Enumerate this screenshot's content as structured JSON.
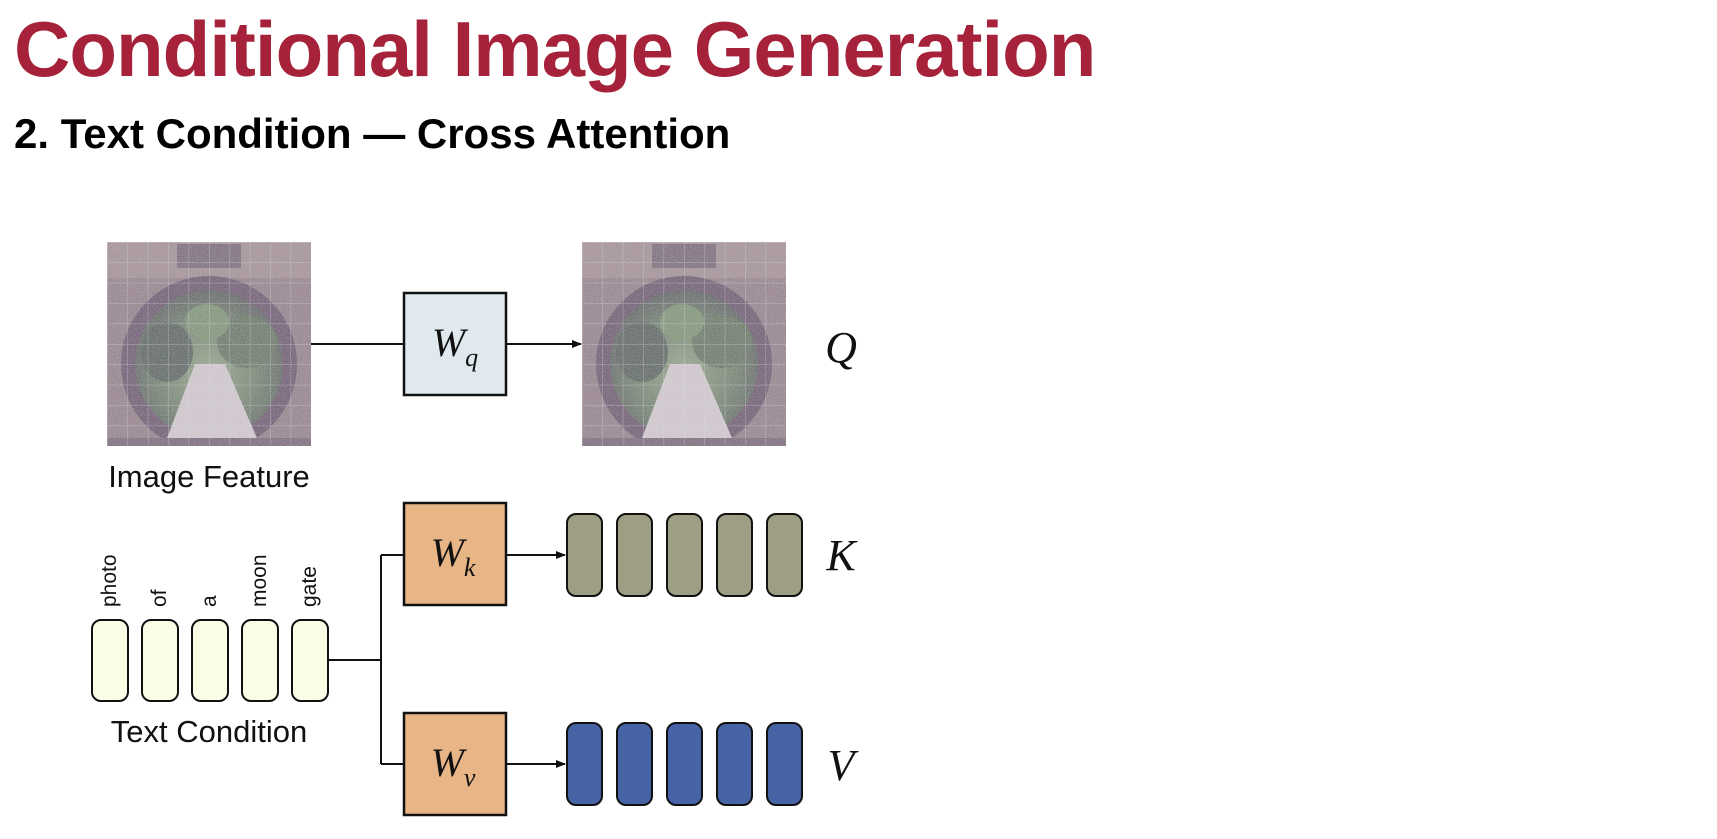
{
  "title": "Conditional Image Generation",
  "subtitle": "2. Text Condition — Cross Attention",
  "colors": {
    "title": "#a6213a",
    "wq_fill": "#dfe9ee",
    "wkv_fill": "#e8b587",
    "token_fill": "#fcfde6",
    "key_fill": "#9e9e84",
    "value_fill": "#4663a5"
  },
  "diagram": {
    "image_feature_label": "Image Feature",
    "text_condition_label": "Text Condition",
    "tokens": [
      "photo",
      "of",
      "a",
      "moon",
      "gate"
    ],
    "weights": {
      "q": {
        "base": "W",
        "sub": "q"
      },
      "k": {
        "base": "W",
        "sub": "k"
      },
      "v": {
        "base": "W",
        "sub": "v"
      }
    },
    "outputs": {
      "q": "Q",
      "k": "K",
      "v": "V"
    }
  }
}
